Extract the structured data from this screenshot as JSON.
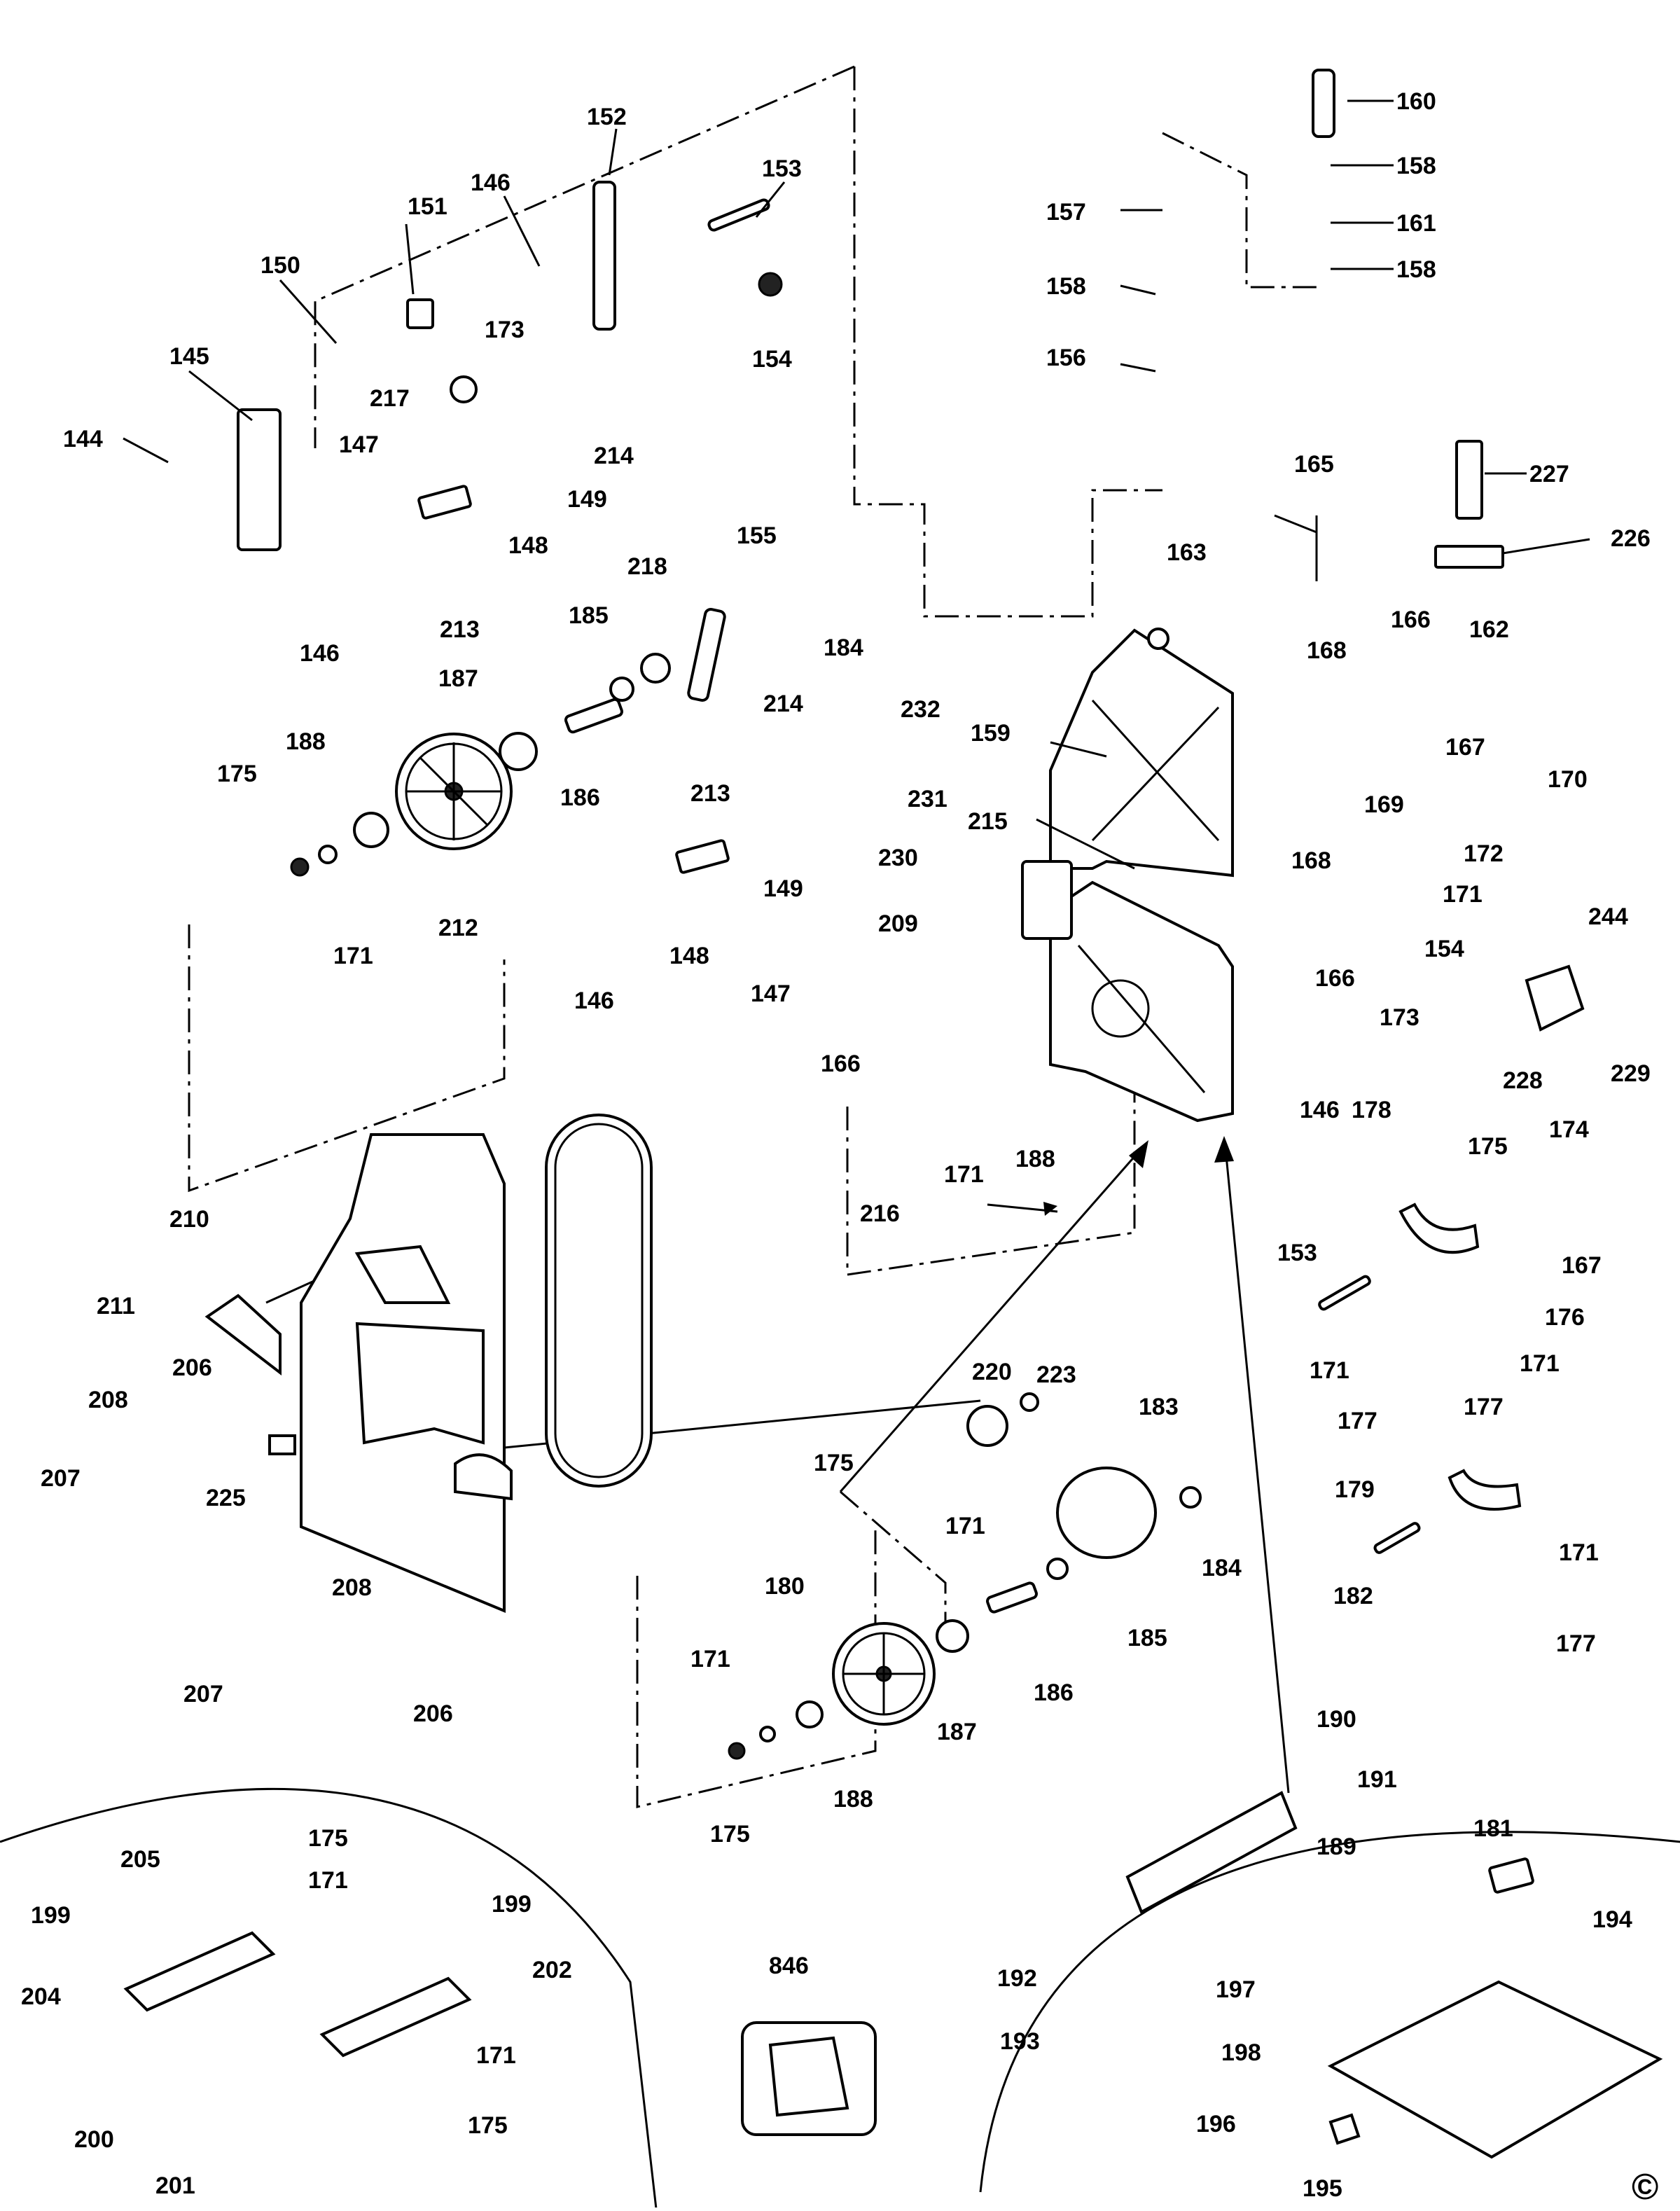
{
  "diagram": {
    "copyright_symbol": "©",
    "part_numbers": [
      "144",
      "145",
      "146",
      "147",
      "148",
      "149",
      "150",
      "151",
      "152",
      "153",
      "154",
      "155",
      "156",
      "157",
      "158",
      "159",
      "160",
      "161",
      "162",
      "163",
      "165",
      "166",
      "167",
      "168",
      "169",
      "170",
      "171",
      "172",
      "173",
      "174",
      "175",
      "176",
      "177",
      "178",
      "179",
      "180",
      "181",
      "182",
      "183",
      "184",
      "185",
      "186",
      "187",
      "188",
      "189",
      "190",
      "191",
      "192",
      "193",
      "194",
      "195",
      "196",
      "197",
      "198",
      "199",
      "200",
      "201",
      "202",
      "204",
      "205",
      "206",
      "207",
      "208",
      "209",
      "210",
      "211",
      "212",
      "213",
      "214",
      "215",
      "216",
      "217",
      "218",
      "220",
      "223",
      "225",
      "226",
      "227",
      "228",
      "229",
      "230",
      "231",
      "232",
      "244",
      "846"
    ]
  }
}
